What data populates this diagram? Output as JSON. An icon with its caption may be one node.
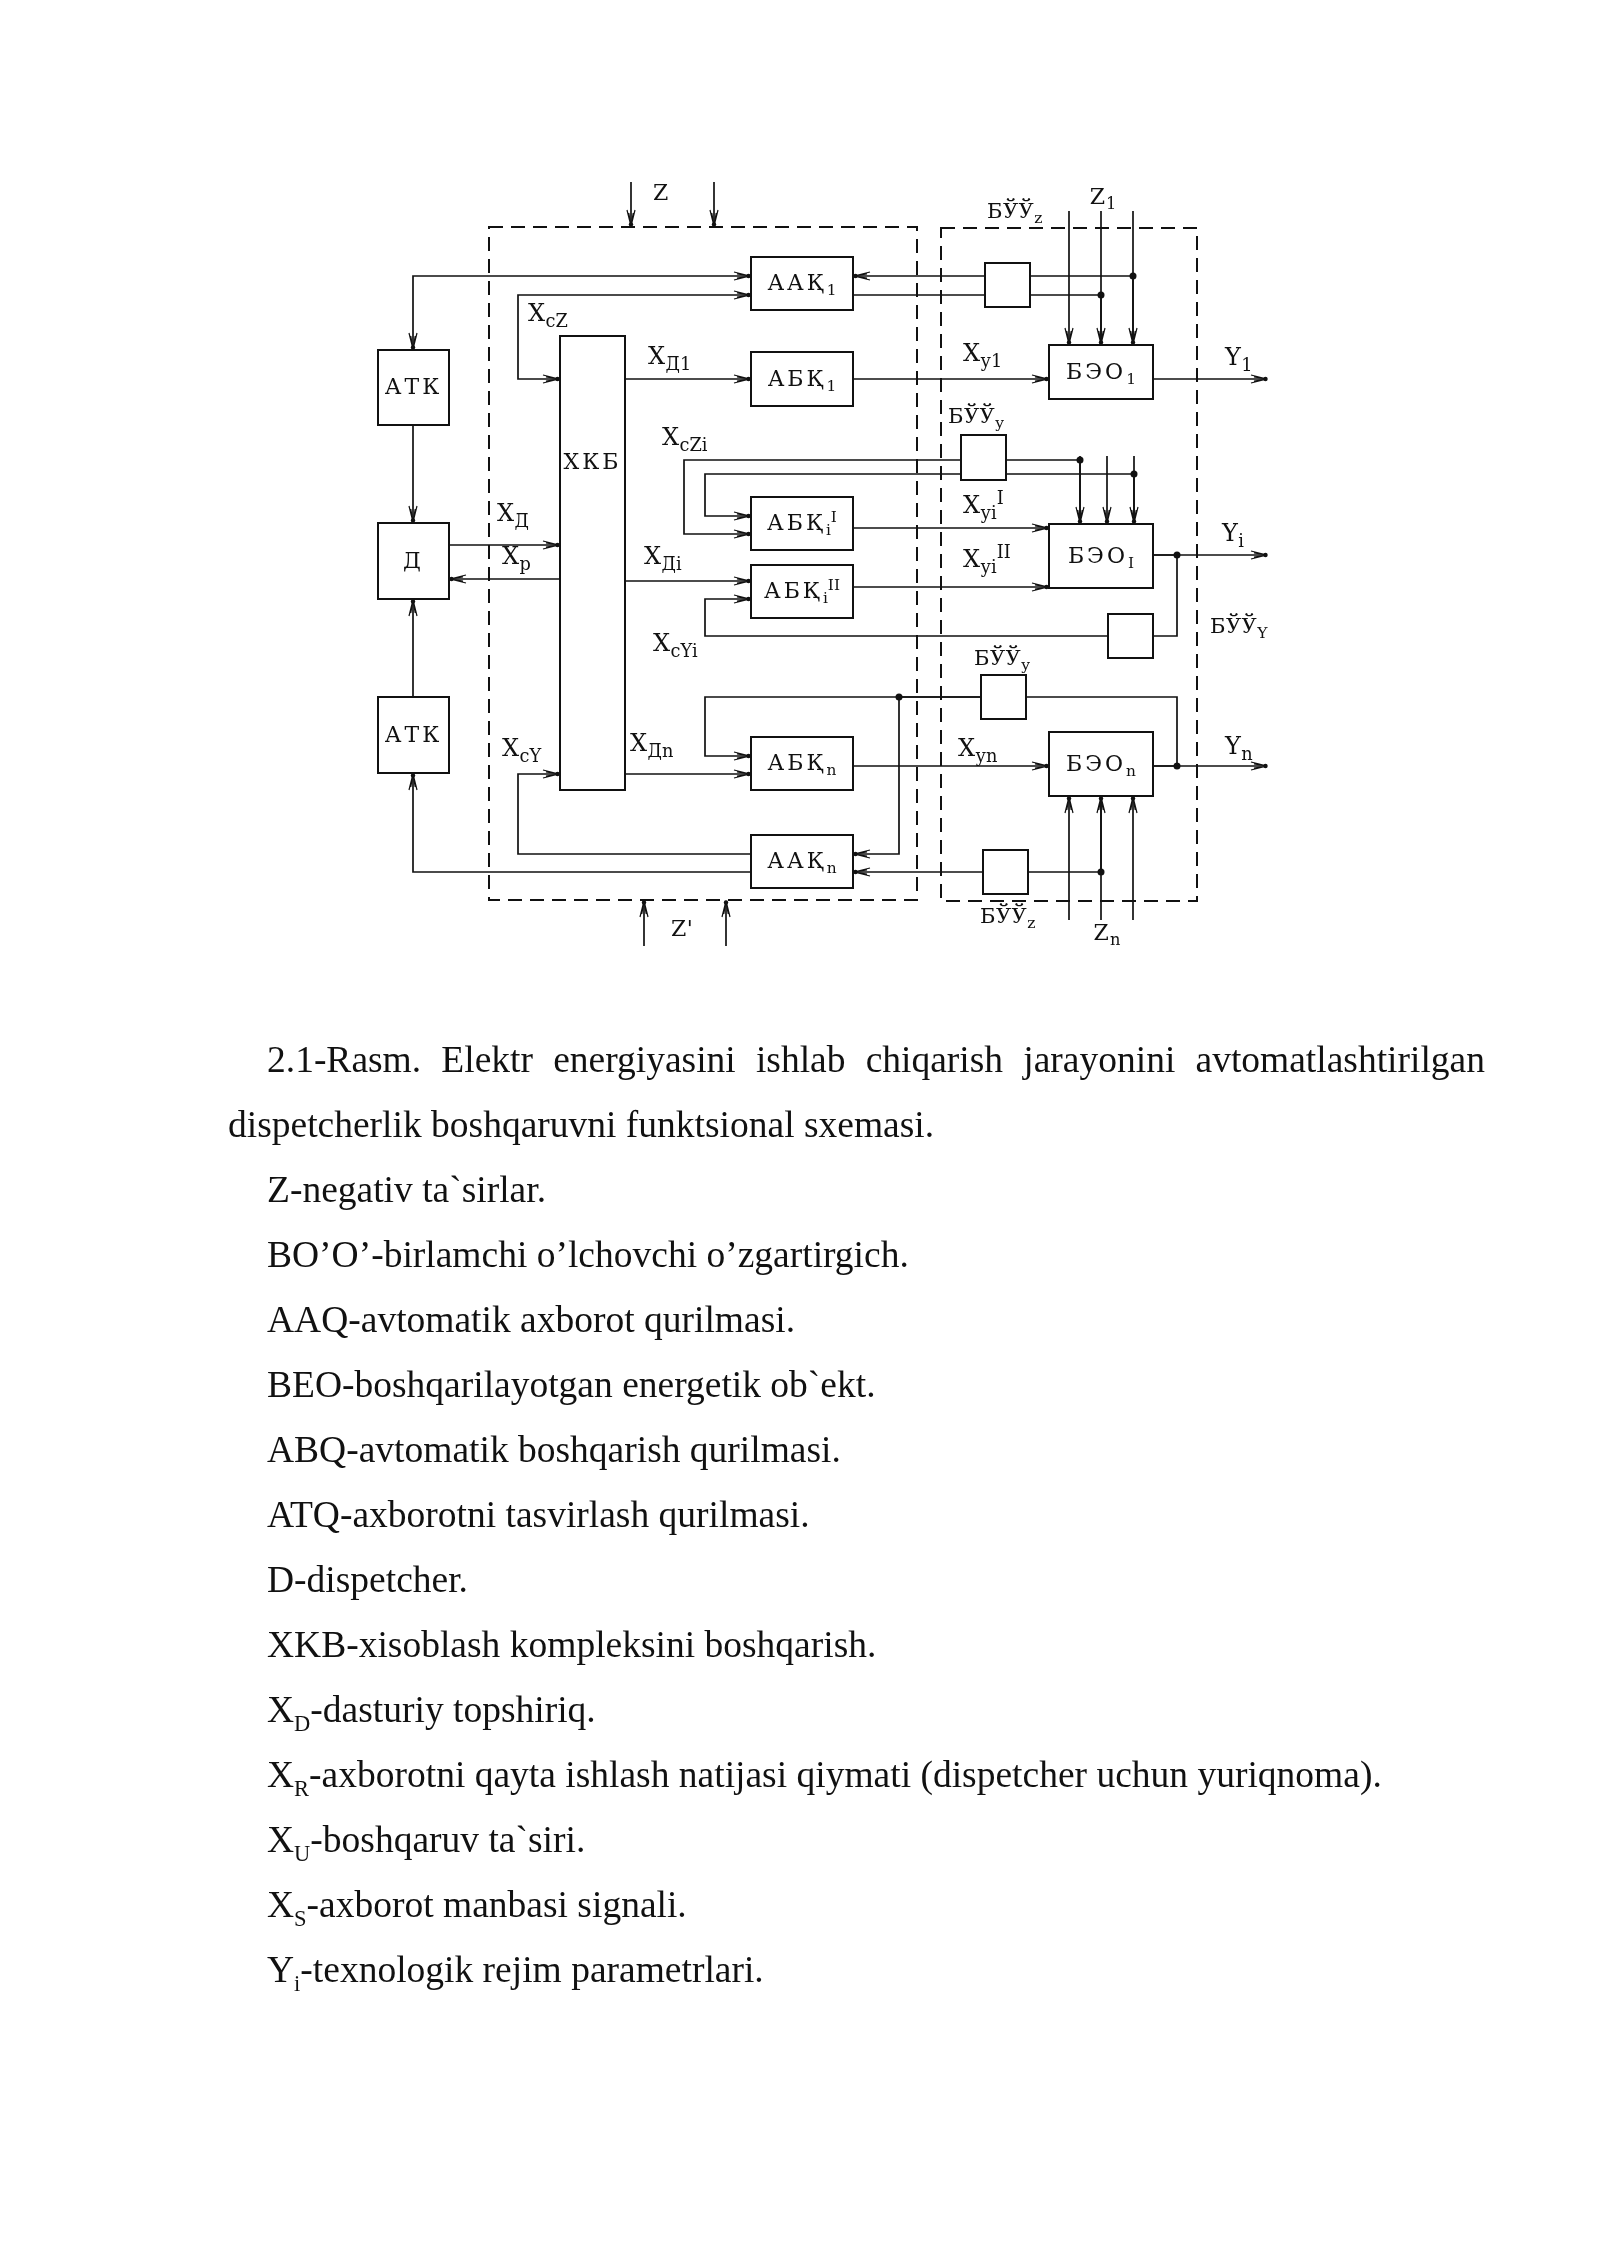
{
  "diagram": {
    "caption": "2.1-Rasm. Elektr energiyasini ishlab chiqarish jarayonini avtomatlashtirilgan dispetcherlik boshqaruvni funktsional sxemasi.",
    "nodes": [
      {
        "text": [
          "АТК"
        ]
      },
      {
        "text": [
          "Д"
        ]
      },
      {
        "text": [
          "АТК"
        ]
      },
      {
        "text": [],
        "shape": "box"
      },
      {
        "text": [
          "ААҚ$_{1}$"
        ],
        "in": 3
      },
      {
        "text": [
          "ХКБ"
        ],
        "in": 3
      },
      {
        "text": [
          "АБҚ$_{1}$"
        ],
        "in": 3
      },
      {
        "text": [
          "АБҚ$_{i}$$^{I}$"
        ],
        "in": 3
      },
      {
        "text": [
          "АБҚ$_{i}$$^{II}$"
        ],
        "in": 3
      },
      {
        "text": [
          "АБҚ$_{n}$"
        ],
        "in": 3
      },
      {
        "text": [
          "ААҚ$_{n}$"
        ],
        "in": 3
      },
      {
        "text": [],
        "shape": "box"
      },
      {
        "text": [],
        "shape": "box",
        "in": 11,
        "beside": [
          "БЎЎ$_{z}$"
        ]
      },
      {
        "text": [
          "БЭО$_{1}$"
        ],
        "in": 11
      },
      {
        "text": [],
        "shape": "box",
        "in": 11,
        "beside": [
          "БЎЎ$_{y}$"
        ]
      },
      {
        "text": [
          "БЭО$_{I}$"
        ],
        "in": 11
      },
      {
        "text": [],
        "shape": "box",
        "in": 11,
        "beside": [
          "БЎЎ$_{Y}$"
        ]
      },
      {
        "text": [],
        "shape": "box",
        "in": 11,
        "beside": [
          "БЎЎ$_{y}$"
        ]
      },
      {
        "text": [
          "БЭО$_{n}$"
        ],
        "in": 11
      },
      {
        "text": [],
        "shape": "box",
        "in": 11,
        "beside": [
          "БЎЎ$_{z}$"
        ]
      },
      {
        "text": [
          "Z$_{1}$"
        ]
      },
      {
        "text": [
          "Z$_{n}$"
        ]
      }
    ],
    "edges": [
      {
        "from": 4,
        "to": 0,
        "arrow": "both"
      },
      {
        "from": 4,
        "to": 5,
        "arrow": "both",
        "label": "Х$_{сZ}$"
      },
      {
        "from": 0,
        "to": 1,
        "arrow": "to"
      },
      {
        "from": 2,
        "to": 1,
        "arrow": "to"
      },
      {
        "from": 1,
        "to": 5,
        "arrow": "to",
        "label": "Х$_{Д}$"
      },
      {
        "from": 5,
        "to": 1,
        "arrow": "to",
        "label": "Х$_{р}$"
      },
      {
        "from": 5,
        "to": 6,
        "arrow": "to",
        "label": "Х$_{Д1}$"
      },
      {
        "from": 5,
        "to": 8,
        "arrow": "to",
        "label": "Х$_{Дi}$"
      },
      {
        "from": 5,
        "to": 9,
        "arrow": "to",
        "label": "Х$_{Дn}$"
      },
      {
        "from": 10,
        "to": 5,
        "arrow": "to",
        "label": "Х$_{сY}$"
      },
      {
        "from": 10,
        "to": 2,
        "arrow": "to"
      },
      {
        "from": 12,
        "to": 4,
        "arrow": "to"
      },
      {
        "from": 4,
        "to": 12,
        "arrow": "none"
      },
      {
        "from": 20,
        "to": 13,
        "arrow": "to"
      },
      {
        "from": 20,
        "to": 13,
        "arrow": "to"
      },
      {
        "from": 20,
        "to": 13,
        "arrow": "to"
      },
      {
        "from": 12,
        "to": 13,
        "arrow": "none"
      },
      {
        "from": 12,
        "to": 13,
        "arrow": "none"
      },
      {
        "from": 6,
        "to": 13,
        "arrow": "to",
        "label": "Х$_{у1}$"
      },
      {
        "from": 13,
        "to": null,
        "arrow": "to",
        "label": "Y$_{1}$"
      },
      {
        "from": 14,
        "to": 7,
        "arrow": "to",
        "label": "Х$_{сZi}$"
      },
      {
        "from": 14,
        "to": 7,
        "arrow": "to"
      },
      {
        "from": null,
        "to": 15,
        "arrow": "to"
      },
      {
        "from": null,
        "to": 15,
        "arrow": "to"
      },
      {
        "from": null,
        "to": 15,
        "arrow": "to"
      },
      {
        "from": 14,
        "to": 15,
        "arrow": "none"
      },
      {
        "from": 14,
        "to": 15,
        "arrow": "none"
      },
      {
        "from": 7,
        "to": 15,
        "arrow": "to",
        "label": "Х$_{уi}$$^{I}$"
      },
      {
        "from": 8,
        "to": 15,
        "arrow": "to",
        "label": "Х$_{уi}$$^{II}$"
      },
      {
        "from": 15,
        "to": null,
        "arrow": "to",
        "label": "Y$_{i}$"
      },
      {
        "from": 15,
        "to": 16,
        "arrow": "none"
      },
      {
        "from": 16,
        "to": 8,
        "arrow": "to",
        "label": "Х$_{сYi}$"
      },
      {
        "from": 17,
        "to": 9,
        "arrow": "to"
      },
      {
        "from": 17,
        "to": 10,
        "arrow": "to"
      },
      {
        "from": 18,
        "to": 17,
        "arrow": "none"
      },
      {
        "from": 9,
        "to": 18,
        "arrow": "to",
        "label": "Х$_{уn}$"
      },
      {
        "from": 18,
        "to": null,
        "arrow": "to",
        "label": "Y$_{n}$"
      },
      {
        "from": 21,
        "to": 18,
        "arrow": "to"
      },
      {
        "from": 21,
        "to": 18,
        "arrow": "to"
      },
      {
        "from": 21,
        "to": 18,
        "arrow": "to"
      },
      {
        "from": 19,
        "to": 18,
        "arrow": "none"
      },
      {
        "from": 19,
        "to": 10,
        "arrow": "to"
      },
      {
        "from": null,
        "to": 3,
        "arrow": "to"
      },
      {
        "from": null,
        "to": 3,
        "arrow": "to"
      },
      {
        "from": null,
        "to": 3,
        "arrow": "to"
      },
      {
        "from": null,
        "to": 3,
        "arrow": "to"
      }
    ],
    "labels": [
      "Z",
      "Z'",
      "Z-negativ ta`sirlar.",
      "BO’O’-birlamchi o’lchovchi o’zgartirgich.",
      "AAQ-avtomatik axborot qurilmasi.",
      "BEO-boshqarilayotgan energetik ob`ekt.",
      "ABQ-avtomatik boshqarish qurilmasi.",
      "ATQ-axborotni tasvirlash qurilmasi.",
      "D-dispetcher.",
      "XKB-xisoblash kompleksini boshqarish.",
      "X$_{D}$-dasturiy topshiriq.",
      "X$_{R}$-axborotni qayta ishlash natijasi qiymati (dispetcher uchun yuriqnoma).",
      "X$_{U}$-boshqaruv ta`siri.",
      "X$_{S}$-axborot manbasi signali.",
      "Y$_{i}$-texnologik rejim parametrlari."
    ]
  }
}
